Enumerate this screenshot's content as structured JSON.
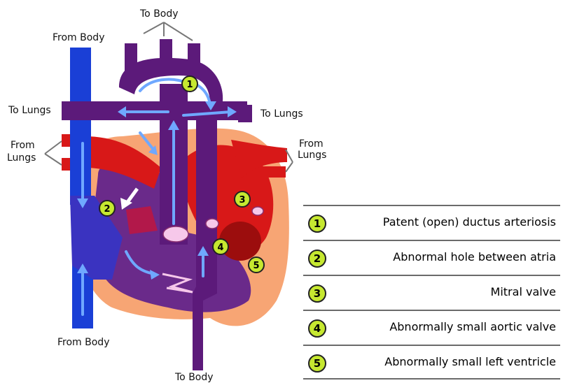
{
  "labels": {
    "from_body_top": "From Body",
    "to_body_top": "To Body",
    "to_lungs_left": "To Lungs",
    "to_lungs_right": "To Lungs",
    "from_lungs_left_1": "From",
    "from_lungs_left_2": "Lungs",
    "from_lungs_right_1": "From",
    "from_lungs_right_2": "Lungs",
    "from_body_bottom": "From Body",
    "to_body_bottom": "To Body"
  },
  "markers": [
    "1",
    "2",
    "3",
    "4",
    "5"
  ],
  "legend": [
    {
      "number": "1",
      "text": "Patent (open) ductus arteriosis"
    },
    {
      "number": "2",
      "text": "Abnormal hole  between atria"
    },
    {
      "number": "3",
      "text": "Mitral valve"
    },
    {
      "number": "4",
      "text": "Abnormally small aortic valve"
    },
    {
      "number": "5",
      "text": "Abnormally small left ventricle"
    }
  ],
  "colors": {
    "deoxygenated_blue": "#1a3fd6",
    "pulmonary_purple": "#5c1a7a",
    "oxygenated_red": "#d81818",
    "heart_tissue": "#f7a574",
    "flow_arrow": "#6fa8ff",
    "marker_fill": "#c6e830"
  }
}
